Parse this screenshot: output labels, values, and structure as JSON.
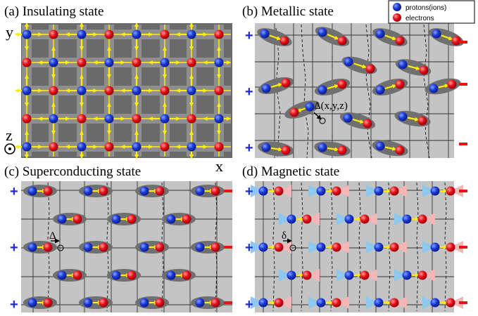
{
  "panels": {
    "a": {
      "title": "(a) Insulating state"
    },
    "b": {
      "title": "(b) Metallic state",
      "annotation": "Δ(x,y,z)"
    },
    "c": {
      "title": "(c)  Superconducting state",
      "annotation": "Δ"
    },
    "d": {
      "title": "(d) Magnetic state",
      "annotation": "δ"
    }
  },
  "axes": {
    "y": "y",
    "z": "z",
    "x": "x"
  },
  "legend": {
    "protons": "protons(ions)",
    "electrons": "electrons"
  },
  "signs": {
    "plus": "+",
    "minus": "−"
  },
  "colors": {
    "proton": "#1a3ad8",
    "electron": "#e8101a",
    "arrow": "#ffee00",
    "panel_bg": "#c4c4c4",
    "panel_a_bg": "#6a6a6a",
    "ellipse": "#707070",
    "plus": "#1f2bd6",
    "minus": "#ee1111",
    "left_triangle": "#8ec8ee",
    "right_triangle": "#f4b6b6"
  }
}
